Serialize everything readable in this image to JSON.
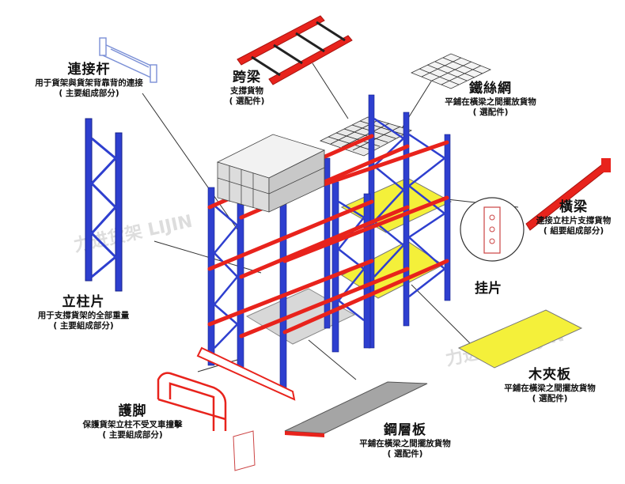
{
  "watermark": {
    "text_top": "力进货架 LIJIN",
    "text_right": "力进货架 LIJIN"
  },
  "colors": {
    "upright": "#2e3fcf",
    "beam": "#e8231c",
    "deck": "#f4f03a",
    "steel": "#8d8d8d"
  },
  "labels": {
    "connector": {
      "title": "連接杆",
      "desc": "用于貨架與貨架背靠背的連接",
      "note": "( 主要組成部分)"
    },
    "crossbar": {
      "title": "跨梁",
      "desc": "支撐貨物",
      "note": "( 選配件)"
    },
    "wire_mesh": {
      "title": "鐵絲網",
      "desc": "平鋪在橫梁之間擺放貨物",
      "note": "( 選配件)"
    },
    "beam": {
      "title": "橫梁",
      "desc": "連接立柱片支撐貨物",
      "note": "( 組要組成部分)"
    },
    "clip": {
      "title": "挂片"
    },
    "upright": {
      "title": "立柱片",
      "desc": "用于支撐貨架的全部重量",
      "note": "( 主要組成部分)"
    },
    "wood_board": {
      "title": "木夾板",
      "desc": "平鋪在橫梁之間擺放貨物",
      "note": "( 選配件)"
    },
    "guard": {
      "title": "護脚",
      "desc": "保護貨架立柱不受叉車撞擊",
      "note": "( 主要組成部分)"
    },
    "steel_panel": {
      "title": "鋼層板",
      "desc": "平鋪在橫梁之間擺放貨物",
      "note": "( 選配件)"
    }
  }
}
